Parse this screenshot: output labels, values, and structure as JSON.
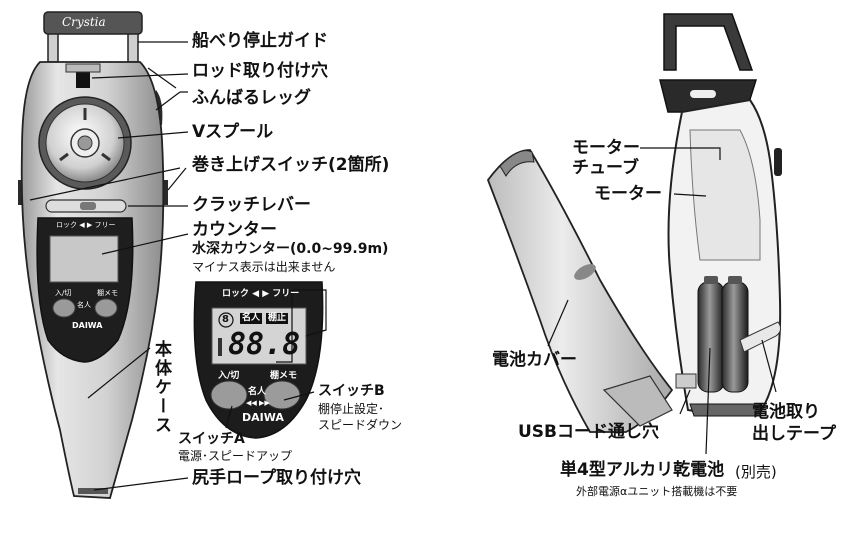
{
  "brand": "Crystia",
  "reel_logo": "DAIWA",
  "callouts": {
    "guide": "船べり停止ガイド",
    "rod_hole": "ロッド取り付け穴",
    "legs": "ふんばるレッグ",
    "spool": "Vスプール",
    "switches": "巻き上げスイッチ(2箇所)",
    "clutch": "クラッチレバー",
    "counter": "カウンター",
    "depth_counter": "水深カウンター(0.0~99.9m)",
    "no_minus": "マイナス表示は出来ません",
    "body_case": "本体ケース",
    "rope_hole": "尻手ロープ取り付け穴",
    "switch_a": "スイッチA",
    "switch_a_desc": "電源･スピードアップ",
    "switch_b": "スイッチB",
    "switch_b_desc1": "棚停止設定･",
    "switch_b_desc2": "スピードダウン",
    "motor_tube_1": "モーター",
    "motor_tube_2": "チューブ",
    "motor": "モーター",
    "battery_cover": "電池カバー",
    "usb_hole": "USBコード通し穴",
    "pull_tape_1": "電池取り",
    "pull_tape_2": "出しテープ",
    "battery": "単4型アルカリ乾電池",
    "battery_note": "(別売)",
    "ext_power": "外部電源αユニット搭載機は不要"
  },
  "lcd": {
    "lock_free": "ロック ◀ ▶ フリー",
    "digits": "88.8",
    "mode_num": "8",
    "meijin": "名人",
    "tana": "棚止",
    "btn_a": "入/切",
    "btn_b": "棚メモ",
    "btn_mid": "名人",
    "btn_mid_arrows": "◀◀ ▶▶"
  },
  "small_panel": {
    "lock_free": "ロック ◀ ▶ フリー",
    "btn_a": "入/切",
    "btn_b": "棚メモ",
    "btn_mid": "名人"
  }
}
